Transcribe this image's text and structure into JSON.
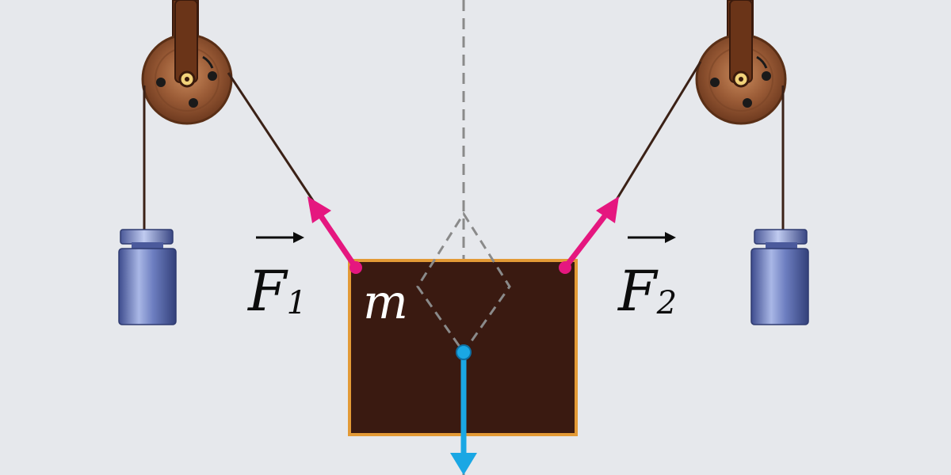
{
  "labels": {
    "force_left": {
      "symbol": "F",
      "subscript": "1"
    },
    "force_right": {
      "symbol": "F",
      "subscript": "2"
    },
    "mass": "m"
  },
  "colors": {
    "background": "#e6e8ec",
    "block_fill": "#3a1a11",
    "block_border": "#e39a36",
    "tension_arrow": "#e5177f",
    "weight_arrow": "#1aa7e4",
    "rope": "#3b2116",
    "pulley": "#9a5b36",
    "weight_body": "#5d6fb3",
    "guide_dash": "#8a8a8a"
  },
  "icons": {
    "pulley_left": "pulley-icon",
    "pulley_right": "pulley-icon",
    "hanging_weight_left": "hanging-mass-icon",
    "hanging_weight_right": "hanging-mass-icon"
  }
}
